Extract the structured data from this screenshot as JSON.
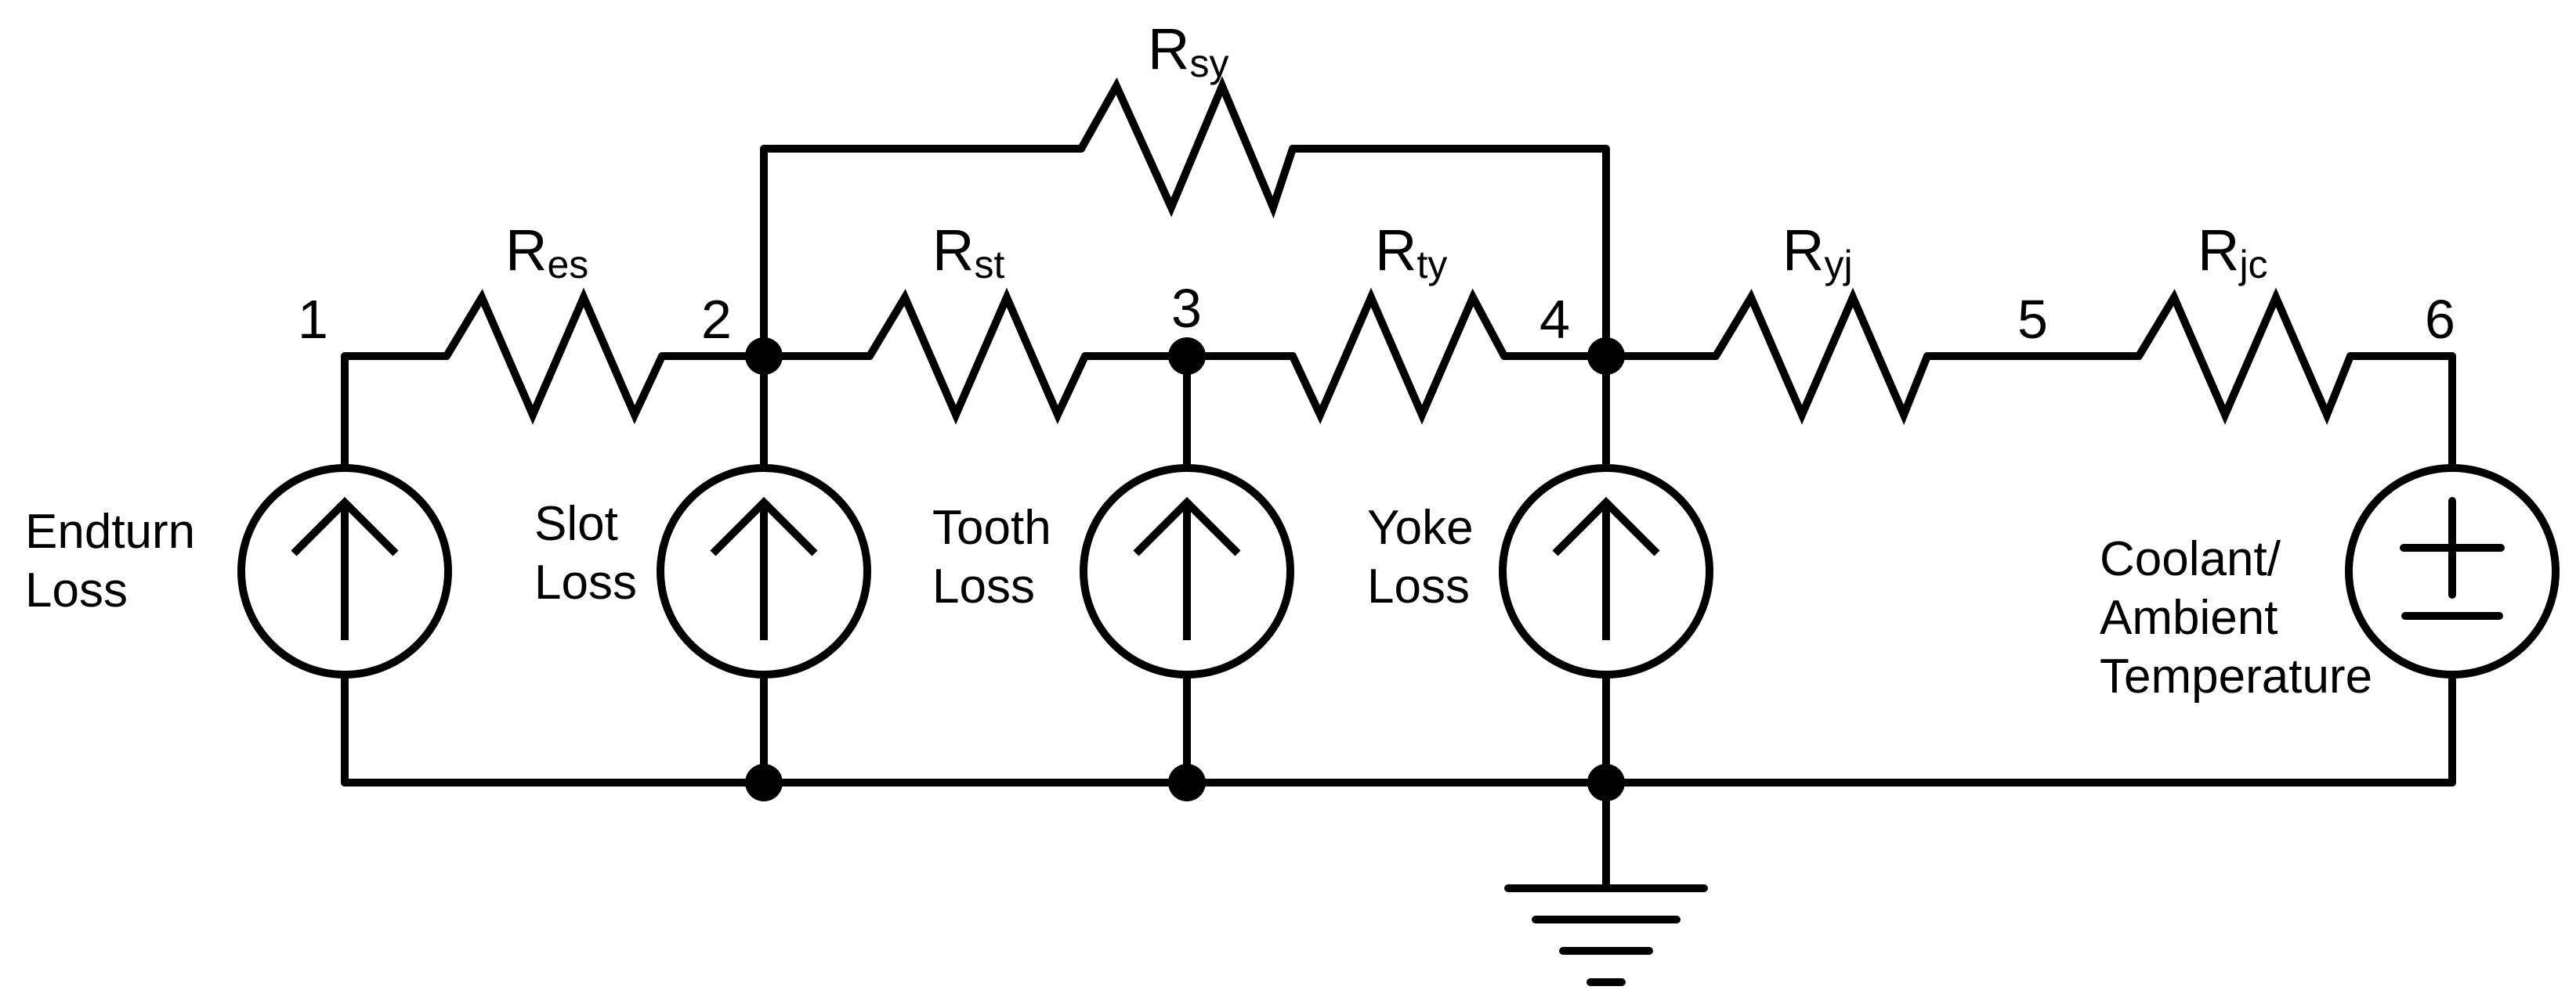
{
  "resistors": {
    "sy": {
      "main": "R",
      "sub": "sy"
    },
    "es": {
      "main": "R",
      "sub": "es"
    },
    "st": {
      "main": "R",
      "sub": "st"
    },
    "ty": {
      "main": "R",
      "sub": "ty"
    },
    "yj": {
      "main": "R",
      "sub": "yj"
    },
    "jc": {
      "main": "R",
      "sub": "jc"
    }
  },
  "nodes": {
    "n1": "1",
    "n2": "2",
    "n3": "3",
    "n4": "4",
    "n5": "5",
    "n6": "6"
  },
  "sources": {
    "endturn": {
      "line1": "Endturn",
      "line2": "Loss"
    },
    "slot": {
      "line1": "Slot",
      "line2": "Loss"
    },
    "tooth": {
      "line1": "Tooth",
      "line2": "Loss"
    },
    "yoke": {
      "line1": "Yoke",
      "line2": "Loss"
    },
    "coolant": {
      "line1": "Coolant/",
      "line2": "Ambient",
      "line3": "Temperature",
      "plus": "+",
      "minus": "−"
    }
  }
}
